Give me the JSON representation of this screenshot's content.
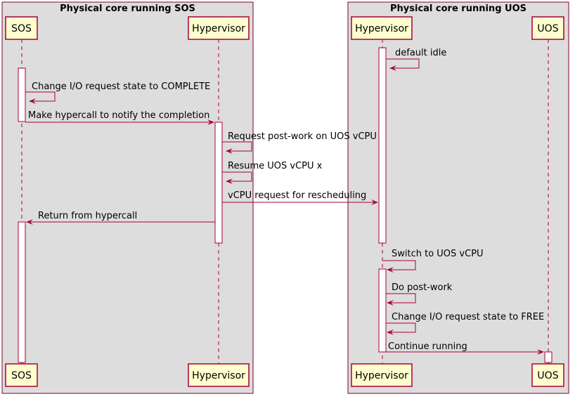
{
  "colors": {
    "box_fill": "#dddddd",
    "box_border": "#800030",
    "participant_fill": "#fefece",
    "line": "#a80036"
  },
  "boxes": [
    {
      "title": "Physical core running SOS"
    },
    {
      "title": "Physical core running UOS"
    }
  ],
  "participants": {
    "sos": "SOS",
    "hypervisor_left": "Hypervisor",
    "hypervisor_right": "Hypervisor",
    "uos": "UOS"
  },
  "messages": [
    "default idle",
    "Change I/O request state to COMPLETE",
    "Make hypercall to notify the completion",
    "Request post-work on UOS vCPU",
    "Resume UOS vCPU x",
    "vCPU request for rescheduling",
    "Return from hypercall",
    "Switch to UOS vCPU",
    "Do post-work",
    "Change I/O request state to FREE",
    "Continue running"
  ]
}
